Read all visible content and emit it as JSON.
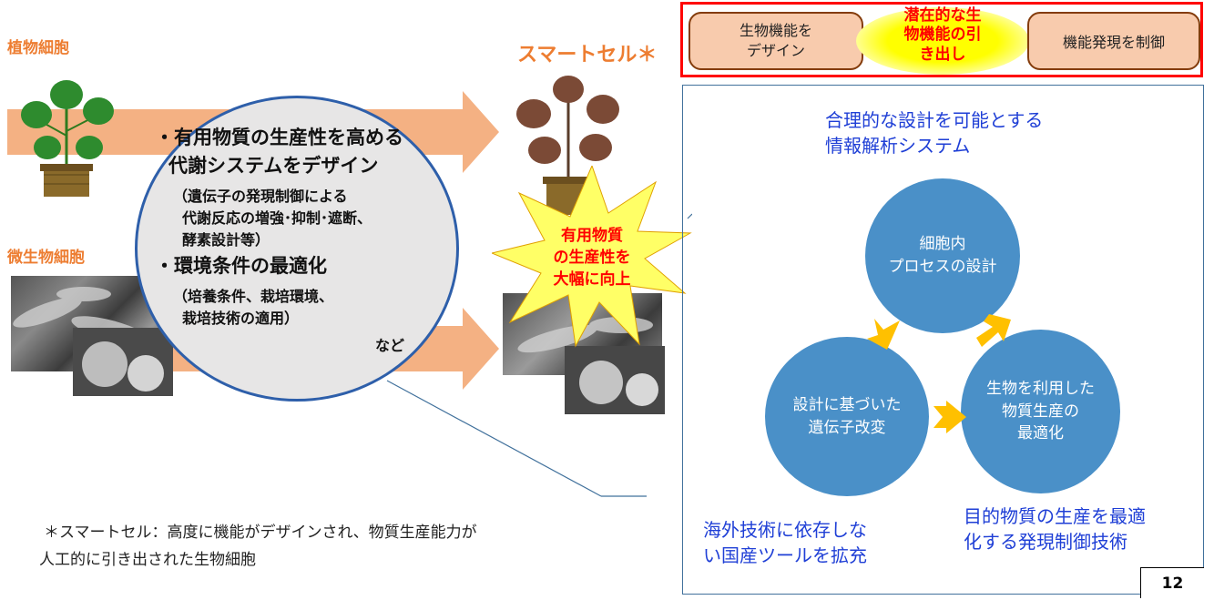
{
  "left": {
    "plant_label": "植物細胞",
    "microbe_label": "微生物細胞"
  },
  "ellipse": {
    "line1": "・有用物質の生産性を高める",
    "line2": "代謝システムをデザイン",
    "sub1": "（遺伝子の発現制御による",
    "sub2": "代謝反応の増強･抑制･遮断、",
    "sub3": "酵素設計等）",
    "line3": "・環境条件の最適化",
    "sub4": "（培養条件、栽培環境、",
    "sub5": "栽培技術の適用）",
    "etc": "など"
  },
  "smart": {
    "title": "スマートセル＊",
    "burst_line1": "有用物質",
    "burst_line2": "の生産性を",
    "burst_line3": "大幅に向上"
  },
  "footnote": {
    "line1": "＊スマートセル：高度に機能がデザインされ、物質生産能力が",
    "line2": "人工的に引き出された生物細胞"
  },
  "top_box": {
    "left_line1": "生物機能を",
    "left_line2": "デザイン",
    "center_line1": "潜在的な生",
    "center_line2": "物機能の引",
    "center_line3": "き出し",
    "right": "機能発現を制御"
  },
  "right_panel": {
    "top_line1": "合理的な設計を可能とする",
    "top_line2": "情報解析システム",
    "circle_top_line1": "細胞内",
    "circle_top_line2": "プロセスの設計",
    "circle_left_line1": "設計に基づいた",
    "circle_left_line2": "遺伝子改変",
    "circle_right_line1": "生物を利用した",
    "circle_right_line2": "物質生産の",
    "circle_right_line3": "最適化",
    "bottom_left_line1": "海外技術に依存しな",
    "bottom_left_line2": "い国産ツールを拡充",
    "bottom_right_line1": "目的物質の生産を最適",
    "bottom_right_line2": "化する発現制御技術"
  },
  "page_number": "12",
  "colors": {
    "orange": "#ed7d31",
    "arrow": "#f4b183",
    "circle_blue": "#4a90c8",
    "text_blue": "#1f3fd6",
    "red": "#ff0000",
    "burst_yellow": "#ffff66"
  }
}
